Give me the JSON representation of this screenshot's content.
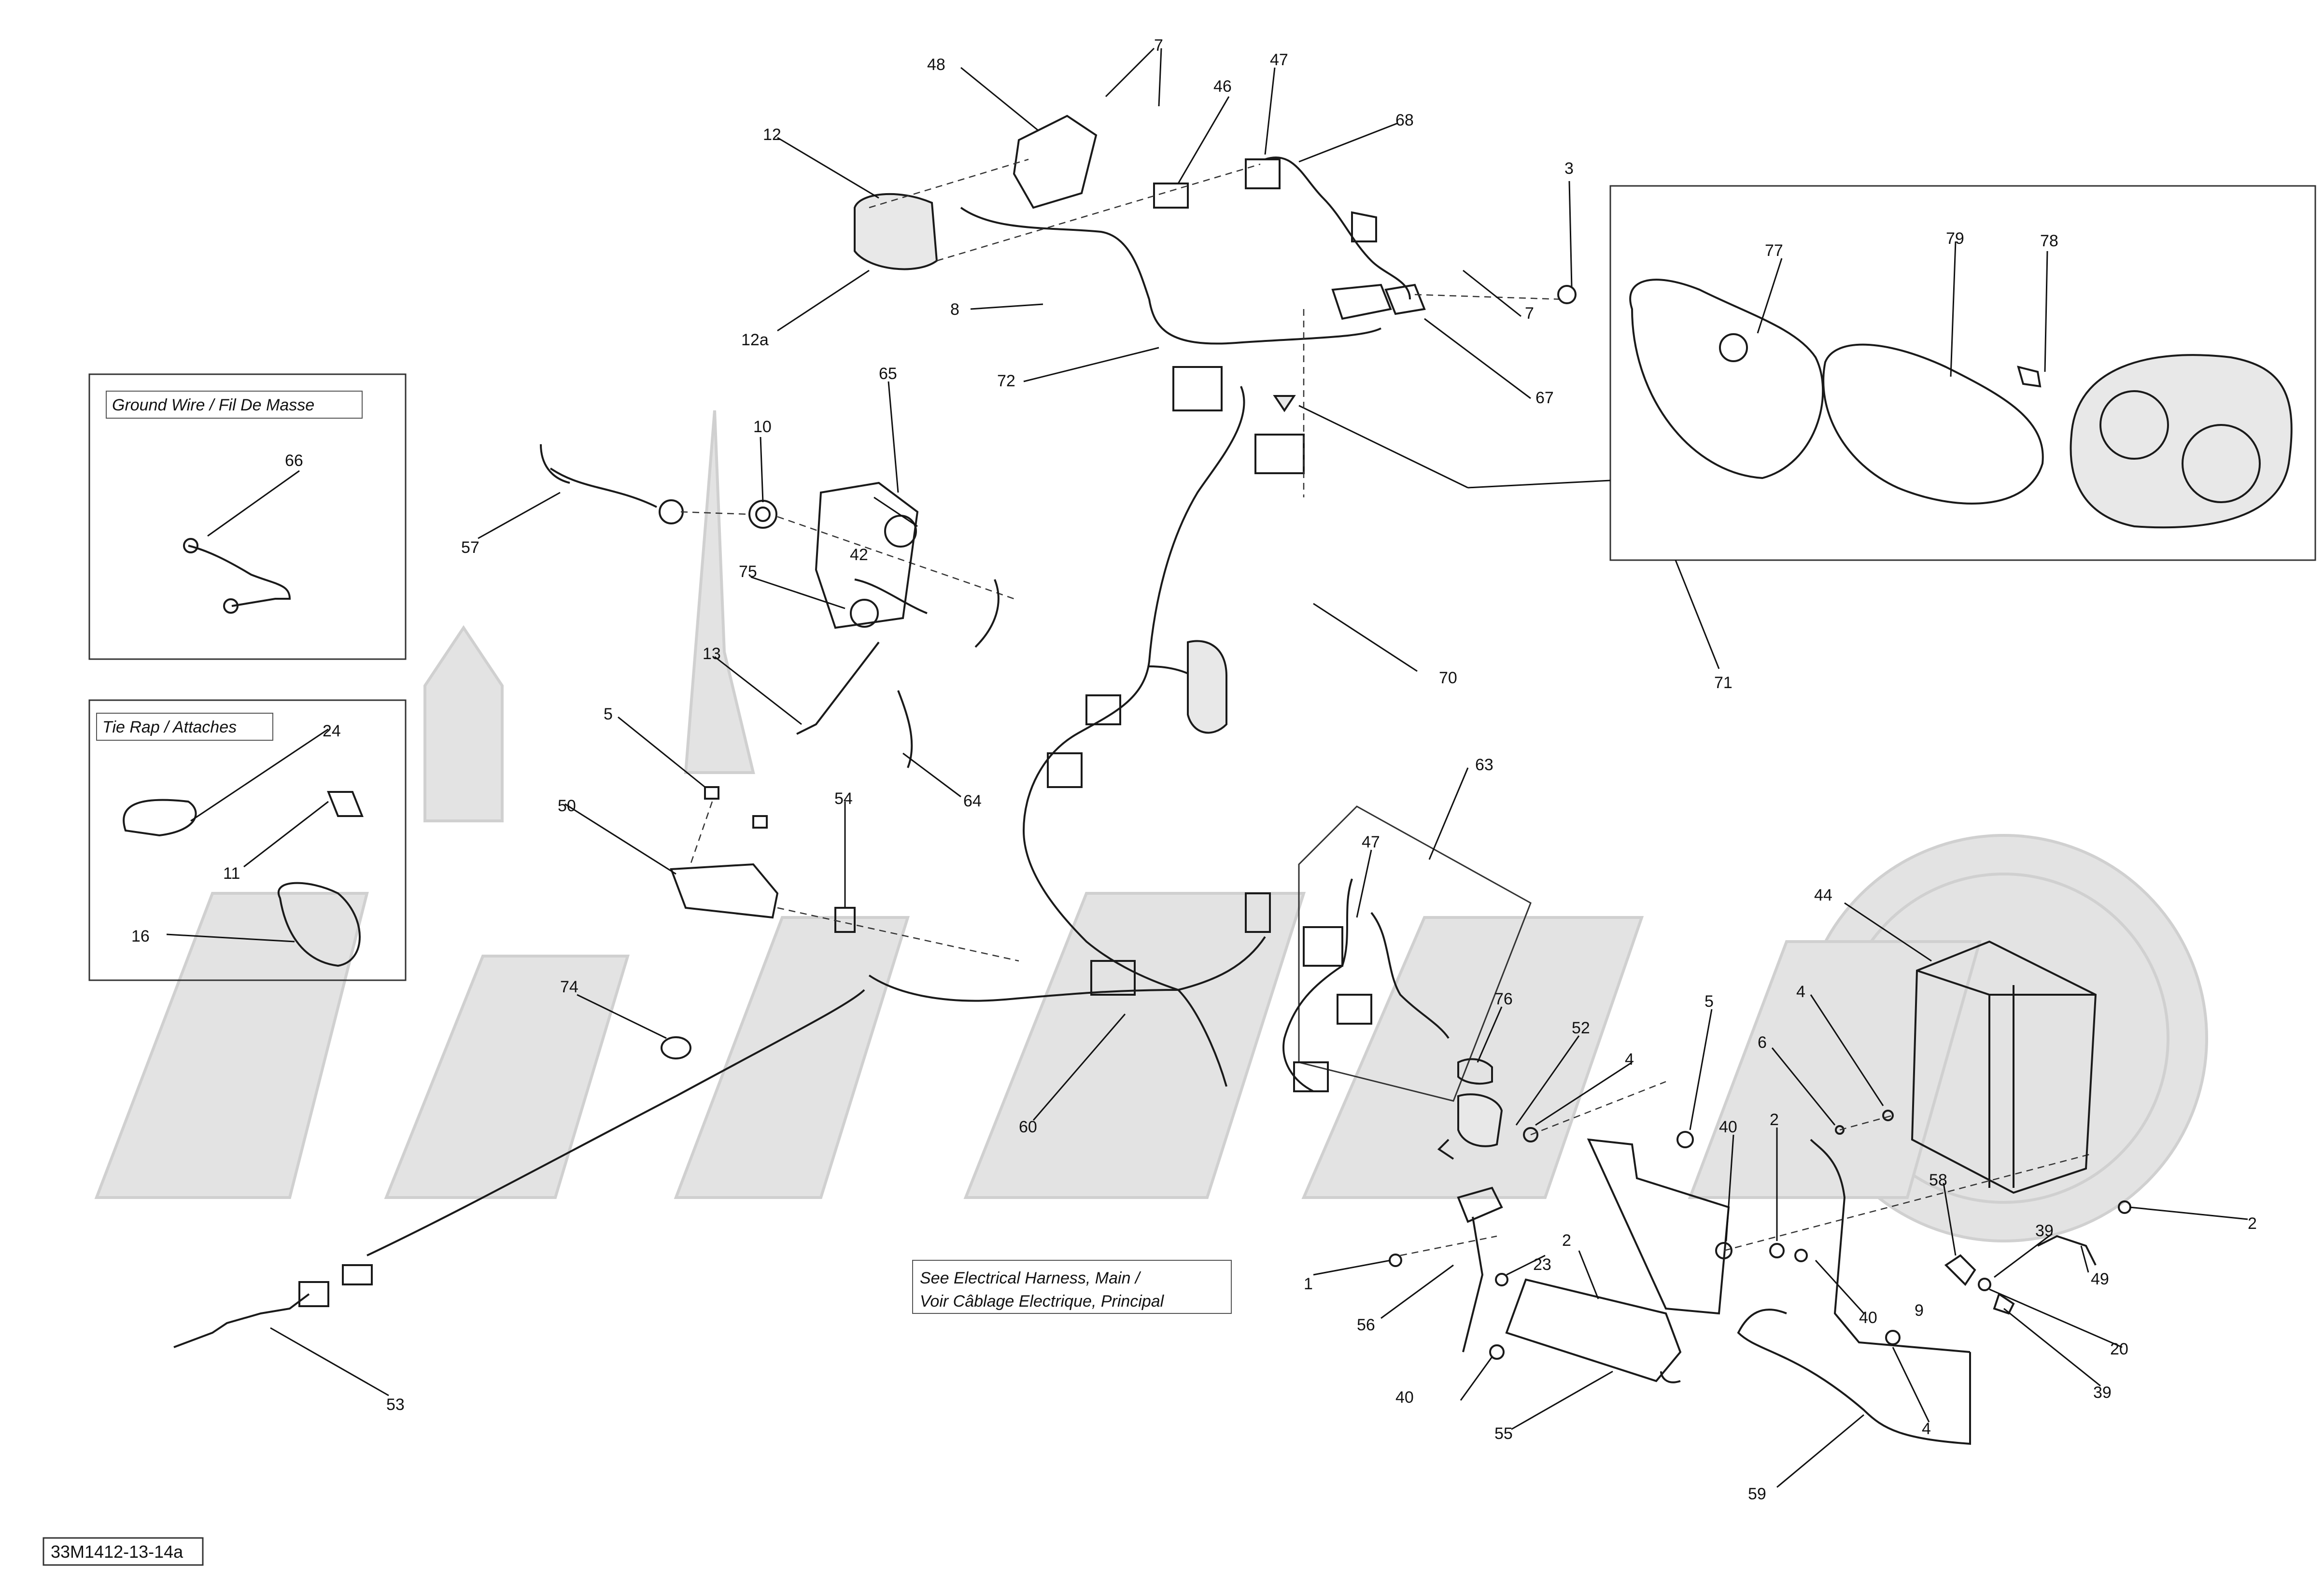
{
  "notes": {
    "ground_wire": "Ground Wire / Fil De Masse",
    "tie_rap": "Tie Rap / Attaches",
    "see_harness_line1": "See Electrical Harness, Main /",
    "see_harness_line2": "Voir Câblage Electrique, Principal"
  },
  "drawing_code": "33M1412-13-14a",
  "callouts": {
    "c48": "48",
    "c7a": "7",
    "c46": "46",
    "c47a": "47",
    "c68": "68",
    "c12": "12",
    "c12a": "12a",
    "c8": "8",
    "c72": "72",
    "c7b": "7",
    "c67": "67",
    "c3": "3",
    "c77": "77",
    "c79": "79",
    "c78": "78",
    "c71": "71",
    "c66": "66",
    "c65": "65",
    "c10": "10",
    "c57": "57",
    "c42": "42",
    "c75": "75",
    "c13": "13",
    "c70": "70",
    "c64": "64",
    "c5a": "5",
    "c50": "50",
    "c54": "54",
    "c24": "24",
    "c11": "11",
    "c16": "16",
    "c63": "63",
    "c47b": "47",
    "c44": "44",
    "c74": "74",
    "c76": "76",
    "c52": "52",
    "c4a": "4",
    "c5b": "5",
    "c4b": "4",
    "c6": "6",
    "c60": "60",
    "c40a": "40",
    "c2a": "2",
    "c2b": "2",
    "c58": "58",
    "c2c": "2",
    "c1": "1",
    "c23": "23",
    "c56": "56",
    "c40b": "40",
    "c9": "9",
    "c39a": "39",
    "c20": "20",
    "c49": "49",
    "c39b": "39",
    "c40c": "40",
    "c55": "55",
    "c4c": "4",
    "c53": "53",
    "c59": "59"
  },
  "colors": {
    "line": "#1a1a1a",
    "watermark": "#e3e3e3"
  }
}
